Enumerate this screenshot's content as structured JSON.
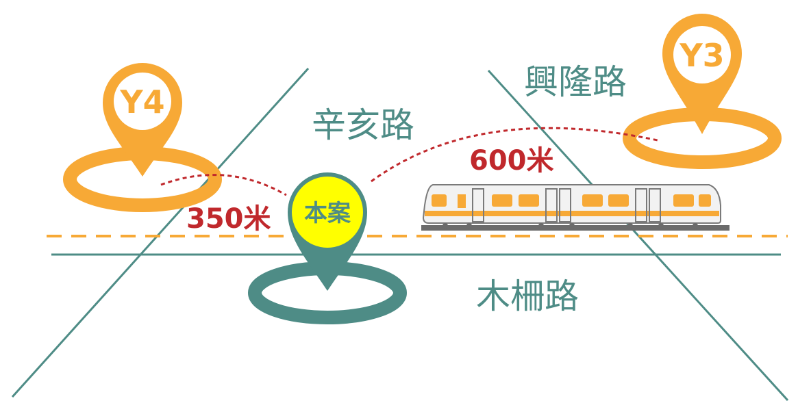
{
  "colors": {
    "station_orange": "#f7a936",
    "site_teal": "#4e8c86",
    "site_highlight": "#ffff00",
    "distance_red": "#c0282c",
    "road_line": "#4e8c86",
    "rail_dash": "#f7a936",
    "train_body": "#f2f2f2",
    "train_stripe": "#f7a936",
    "track": "#6b6b6b"
  },
  "roads": {
    "xinhai": "辛亥路",
    "xinglong": "興隆路",
    "muzha": "木柵路"
  },
  "stations": {
    "y4": {
      "label": "Y4",
      "icon": "map-pin-icon"
    },
    "y3": {
      "label": "Y3",
      "icon": "map-pin-icon"
    }
  },
  "site": {
    "label": "本案",
    "icon": "map-pin-icon"
  },
  "distances": {
    "to_y4": "350米",
    "to_y3": "600米"
  },
  "train": {
    "icon": "train-icon"
  }
}
